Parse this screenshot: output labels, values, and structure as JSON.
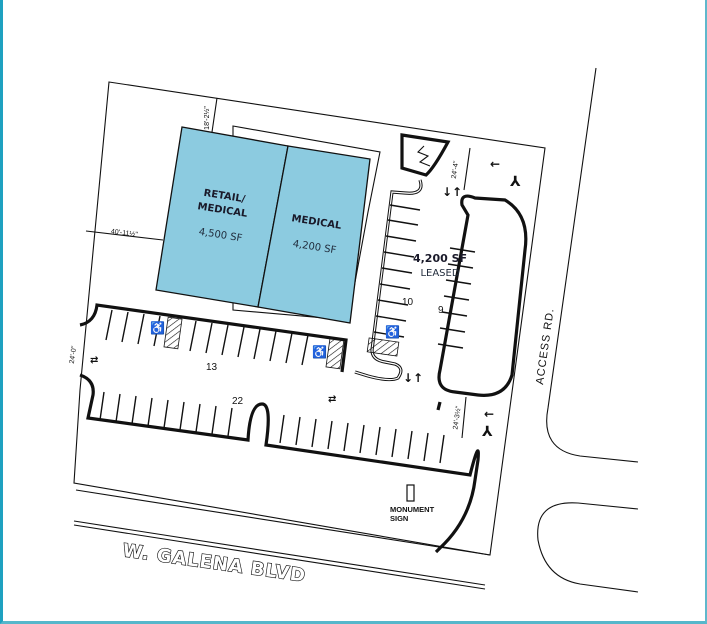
{
  "plan": {
    "buildings": [
      {
        "name": "RETAIL/",
        "name2": "MEDICAL",
        "area": "4,500 SF",
        "fill": "#8ccbe0"
      },
      {
        "name": "MEDICAL",
        "area": "4,200 SF",
        "fill": "#8ccbe0"
      }
    ],
    "leased_building": {
      "area": "4,200 SF",
      "status": "LEASED"
    },
    "stall_counts": {
      "east_left": "10",
      "east_right": "9",
      "north_row": "13",
      "south_row": "22"
    },
    "dimensions": {
      "north_setback": "18'-2½\"",
      "west_setback": "40'-11½\"",
      "north_drive": "24'-4\"",
      "south_drive": "24'-3½\"",
      "west_drive": "24'-0\""
    },
    "labels": {
      "monument_line1": "MONUMENT",
      "monument_line2": "SIGN",
      "street_south": "W. GALENA BLVD",
      "street_east": "ACCESS RD."
    },
    "colors": {
      "frame": "#1ea1c0",
      "building": "#8ccbe0",
      "line": "#111111"
    }
  }
}
